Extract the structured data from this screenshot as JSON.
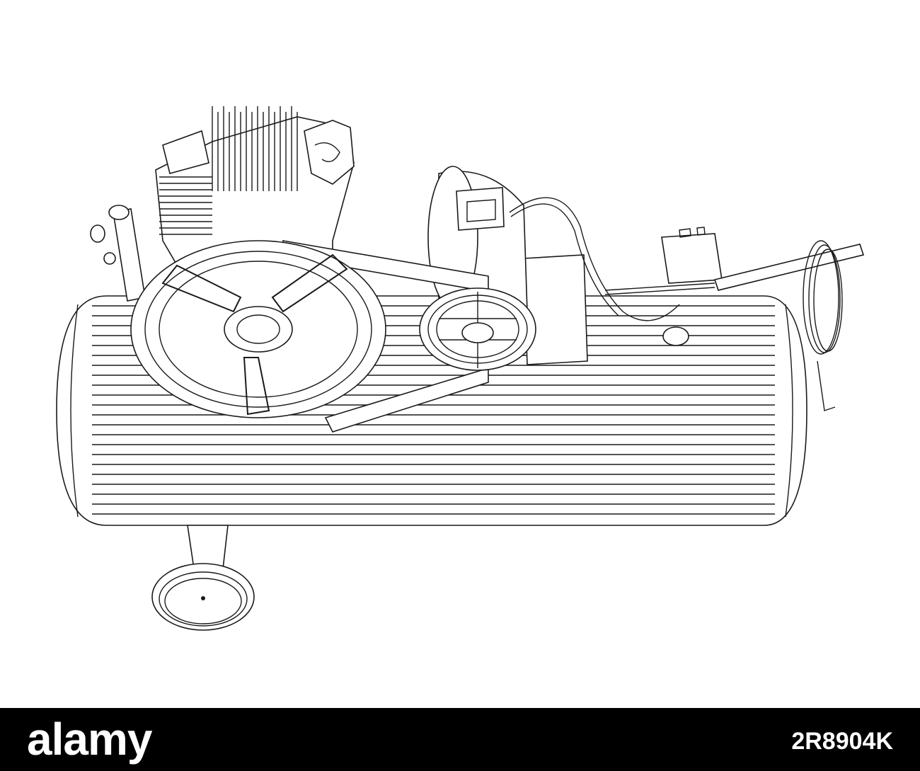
{
  "image": {
    "subject": "air-compressor-line-drawing",
    "background_color": "#ffffff",
    "line_color": "#1a1a1a"
  },
  "footer": {
    "brand": "alamy",
    "image_id": "2R8904K",
    "background_color": "#000000",
    "text_color": "#ffffff"
  }
}
